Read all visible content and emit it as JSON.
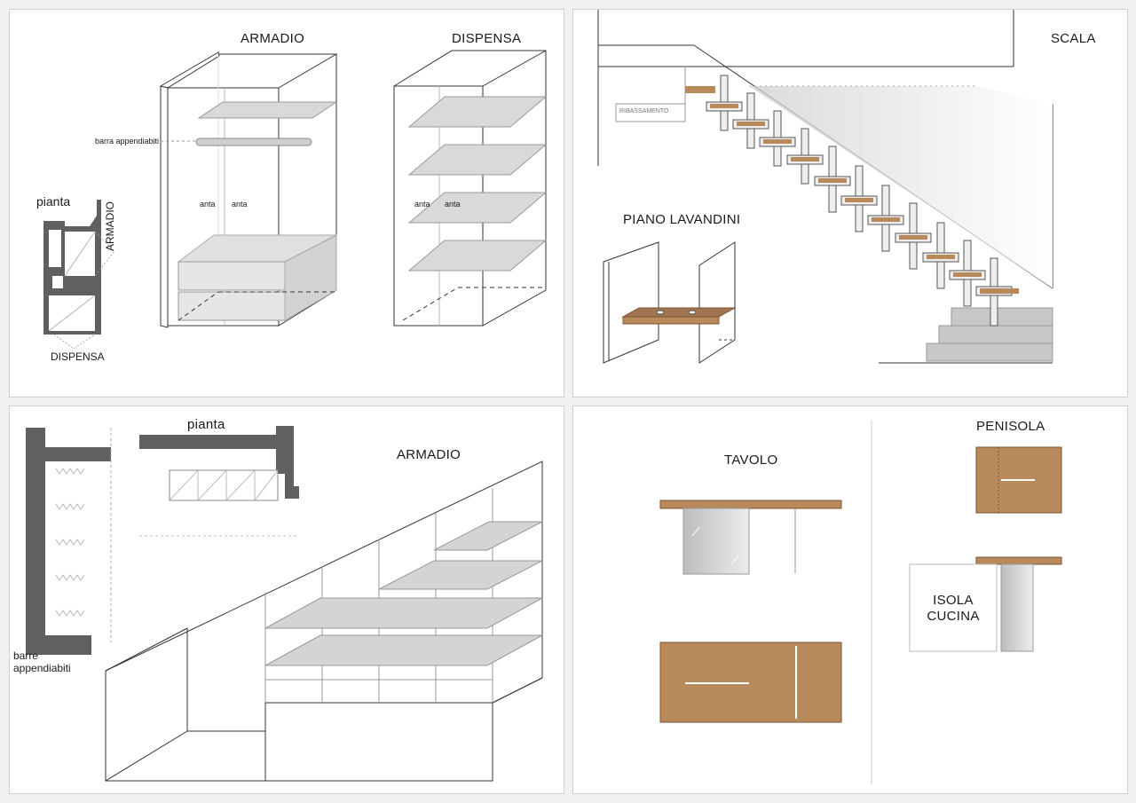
{
  "panels": {
    "armadio_dispensa": {
      "title_armadio": "ARMADIO",
      "title_dispensa": "DISPENSA",
      "label_barra": "barra appendiabiti",
      "label_anta_1": "anta",
      "label_anta_2": "anta",
      "label_anta_3": "anta",
      "label_anta_4": "anta",
      "plan_title": "pianta",
      "plan_label_armadio": "ARMADIO",
      "plan_label_dispensa": "DISPENSA"
    },
    "scala": {
      "title": "SCALA",
      "label_ribassamento": "RIBASSAMENTO",
      "title_lavandini": "PIANO LAVANDINI"
    },
    "armadio_sottoscala": {
      "title": "ARMADIO",
      "plan_title": "pianta",
      "label_barre": "barre\nappendiabiti"
    },
    "tavolo_penisola": {
      "title_tavolo": "TAVOLO",
      "title_penisola": "PENISOLA",
      "label_isola": "ISOLA\nCUCINA"
    }
  },
  "colors": {
    "wood": "#b8895a",
    "wall": "#606060",
    "glass_light": "#e2e2e2",
    "glass_mid": "#c8c8c8",
    "line": "#333333"
  }
}
